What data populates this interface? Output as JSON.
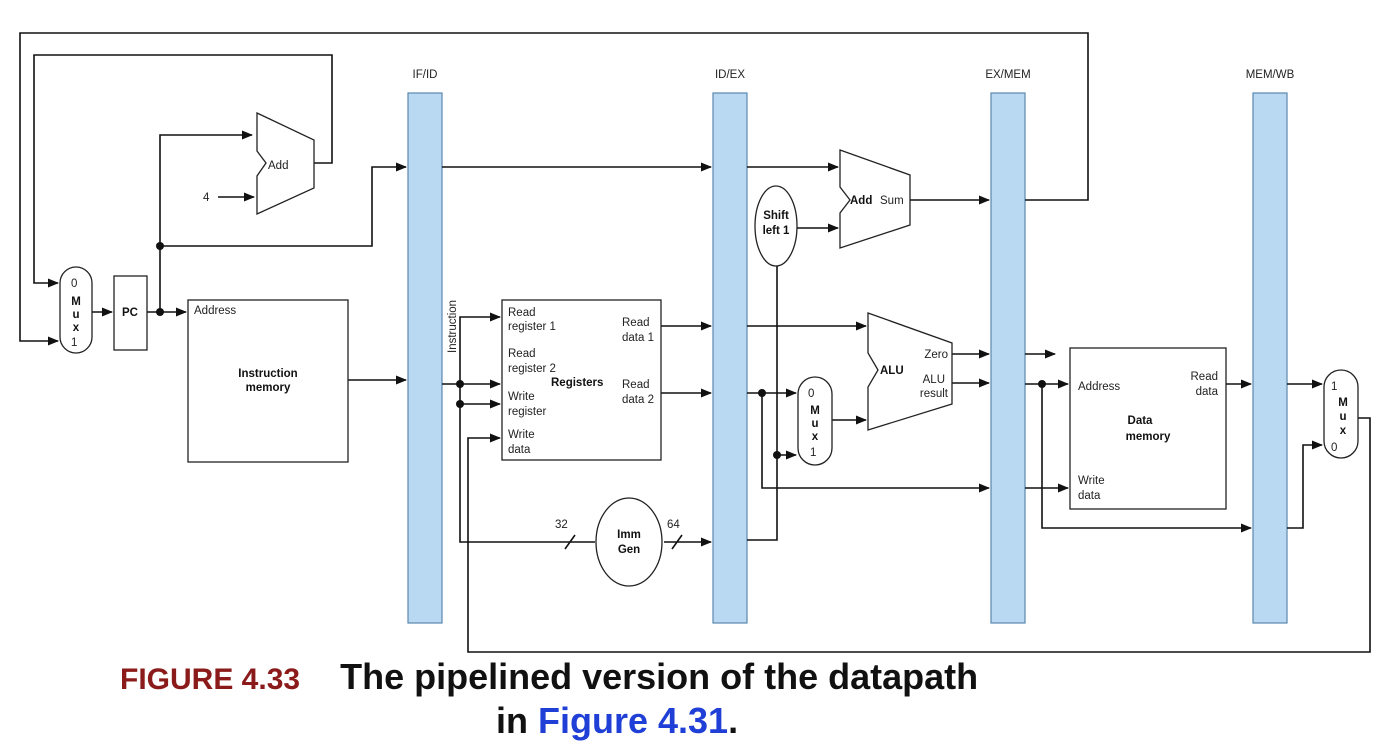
{
  "diagram": {
    "pipeline_registers": [
      "IF/ID",
      "ID/EX",
      "EX/MEM",
      "MEM/WB"
    ],
    "pc_mux": {
      "in0": "0",
      "in1": "1",
      "label_chars": [
        "M",
        "u",
        "x"
      ]
    },
    "pc_label": "PC",
    "adder_if": {
      "label": "Add",
      "const": "4"
    },
    "instruction_memory": {
      "port": "Address",
      "title_line1": "Instruction",
      "title_line2": "memory"
    },
    "instruction_label": "Instruction",
    "registers": {
      "title": "Registers",
      "read_reg1": [
        "Read",
        "register 1"
      ],
      "read_reg2": [
        "Read",
        "register 2"
      ],
      "write_reg": [
        "Write",
        "register"
      ],
      "write_data": [
        "Write",
        "data"
      ],
      "read_data1": [
        "Read",
        "data 1"
      ],
      "read_data2": [
        "Read",
        "data 2"
      ]
    },
    "imm_gen": {
      "line1": "Imm",
      "line2": "Gen",
      "in_width": "32",
      "out_width": "64"
    },
    "shift": {
      "line1": "Shift",
      "line2": "left 1"
    },
    "adder_ex": {
      "label": "Add",
      "out": "Sum"
    },
    "alu_mux": {
      "in0": "0",
      "in1": "1",
      "label_chars": [
        "M",
        "u",
        "x"
      ]
    },
    "alu": {
      "label": "ALU",
      "zero": "Zero",
      "result_line1": "ALU",
      "result_line2": "result"
    },
    "data_memory": {
      "address": "Address",
      "read": [
        "Read",
        "data"
      ],
      "write": [
        "Write",
        "data"
      ],
      "title_line1": "Data",
      "title_line2": "memory"
    },
    "wb_mux": {
      "in1": "1",
      "in0": "0",
      "label_chars": [
        "M",
        "u",
        "x"
      ]
    }
  },
  "caption": {
    "figure_number": "FIGURE 4.33",
    "text_line1": "The pipelined version of the datapath",
    "text_line2_prefix": "in ",
    "text_line2_link": "Figure 4.31",
    "text_line2_suffix": "."
  },
  "colors": {
    "pipeline_register_fill": "#b9d9f2",
    "figure_number": "#8b1a1a",
    "figure_link": "#1f3fd6"
  }
}
